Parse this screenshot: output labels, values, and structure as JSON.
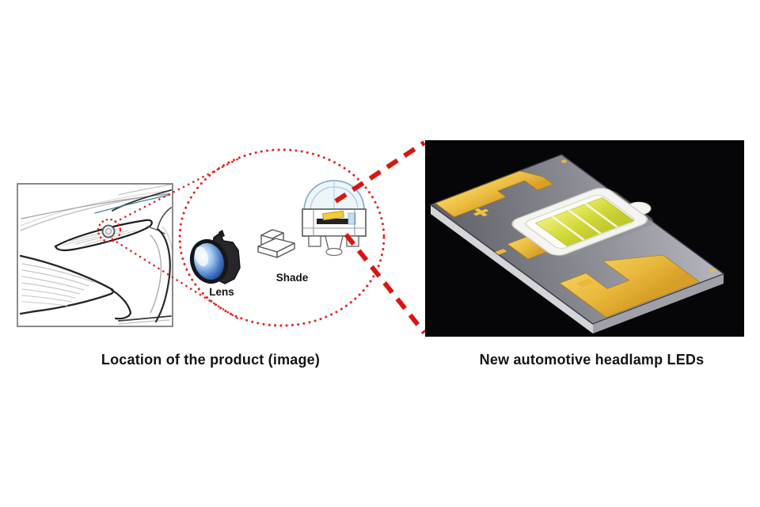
{
  "figure": {
    "left_panel": {
      "caption": "Location of the product (image)"
    },
    "callout": {
      "lens_label": "Lens",
      "shade_label": "Shade"
    },
    "right_panel": {
      "caption": "New automotive headlamp LEDs"
    },
    "colors": {
      "callout_red": "#e32320",
      "magnifier_dash_red": "#da1510",
      "contact_pad_gold": "#e9b93e",
      "led_emitter_yellow": "#d5da3c",
      "photo_background": "#060608"
    }
  }
}
